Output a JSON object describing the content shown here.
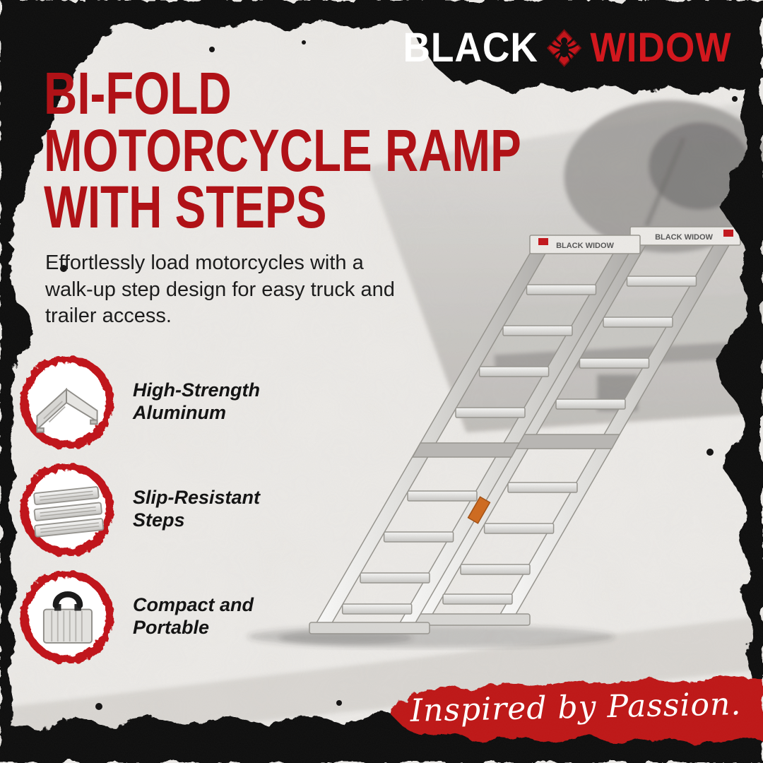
{
  "colors": {
    "brand_accent": "#c3161c",
    "headline_red": "#b01217",
    "banner_red": "#bf1319",
    "frame_black": "#0f0e0e",
    "background": "#edebe8"
  },
  "brand": {
    "name_left": "BLACK",
    "name_right": "WIDOW",
    "emblem": "spider-icon"
  },
  "headline": {
    "lines": [
      "BI-FOLD",
      "MOTORCYCLE RAMP",
      "WITH STEPS"
    ]
  },
  "description": "Effortlessly load motorcycles with a walk-up step design for easy truck and trailer access.",
  "features": [
    {
      "icon": "folded-aluminum-ramp-icon",
      "label": "High-Strength Aluminum"
    },
    {
      "icon": "slip-resistant-steps-icon",
      "label": "Slip-Resistant Steps"
    },
    {
      "icon": "carry-handle-case-icon",
      "label": "Compact and Portable"
    }
  ],
  "product": {
    "photo": "aluminum-bifold-ramp-with-steps-leaning-on-truck-tailgate",
    "plate_text": "BLACK WIDOW"
  },
  "tagline": "Inspired by Passion."
}
